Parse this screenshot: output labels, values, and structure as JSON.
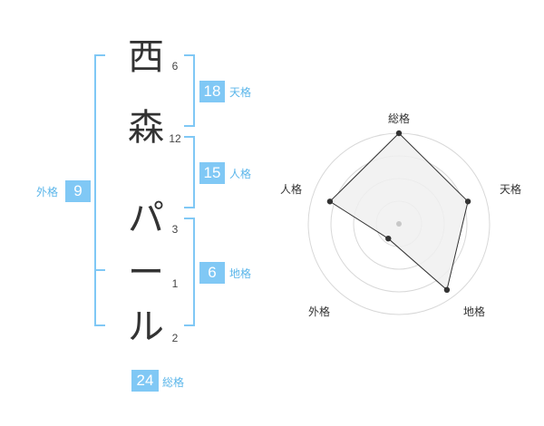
{
  "name": {
    "characters": [
      {
        "char": "西",
        "strokes": "6"
      },
      {
        "char": "森",
        "strokes": "12"
      },
      {
        "char": "パ",
        "strokes": "3"
      },
      {
        "char": "ー",
        "strokes": "1"
      },
      {
        "char": "ル",
        "strokes": "2"
      }
    ]
  },
  "fortune": {
    "tenkaku": {
      "label": "天格",
      "value": "18"
    },
    "jinkaku": {
      "label": "人格",
      "value": "15"
    },
    "chikaku": {
      "label": "地格",
      "value": "6"
    },
    "gaikaku": {
      "label": "外格",
      "value": "9"
    },
    "soukaku": {
      "label": "総格",
      "value": "24"
    }
  },
  "radar": {
    "labels": {
      "soukaku": "総格",
      "tenkaku": "天格",
      "chikaku": "地格",
      "gaikaku": "外格",
      "jinkaku": "人格"
    },
    "scores": {
      "soukaku": 1.0,
      "tenkaku": 0.8,
      "chikaku": 0.9,
      "gaikaku": 0.2,
      "jinkaku": 0.8
    },
    "rings": 4
  },
  "colors": {
    "accent": "#80c8f5",
    "accent_text": "#5bb6ea",
    "radar_fill": "#f0f0f0",
    "radar_ring": "#d8d8d8",
    "radar_line": "#333333"
  }
}
